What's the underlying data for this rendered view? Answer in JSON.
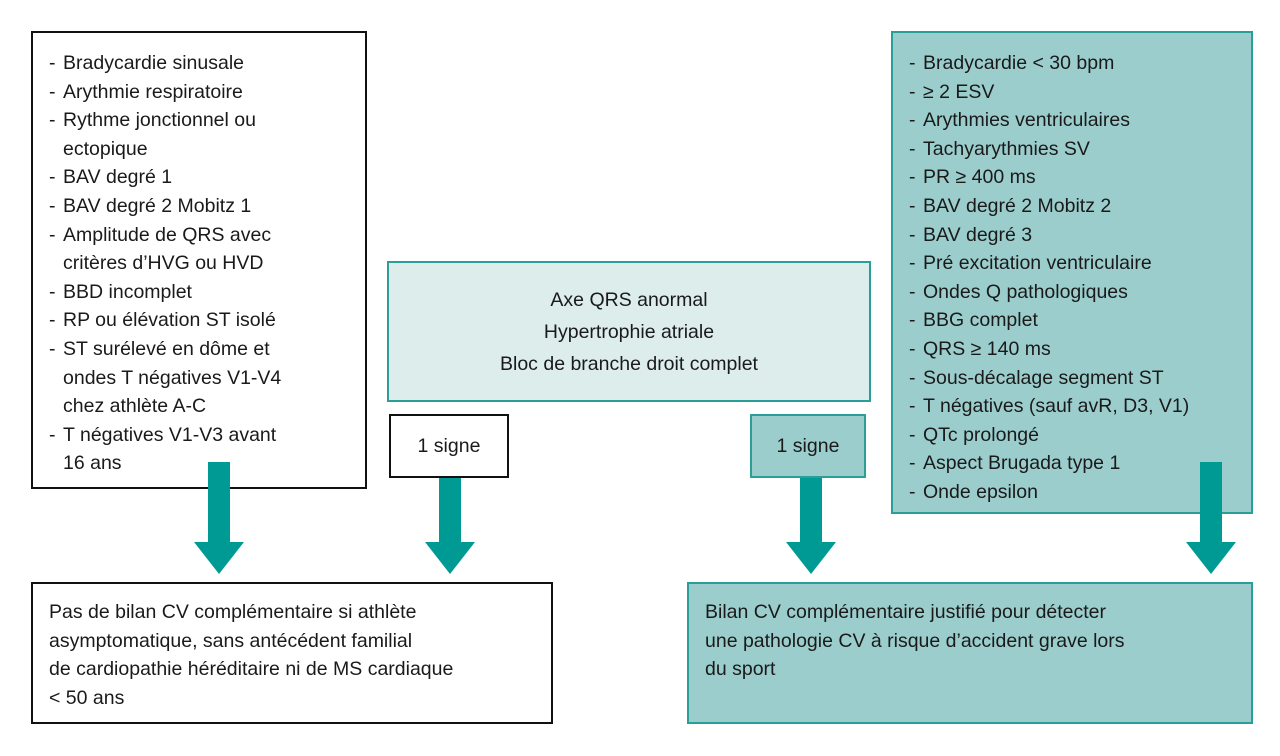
{
  "left_list": {
    "items": [
      "Bradycardie sinusale",
      "Arythmie respiratoire",
      "Rythme jonctionnel ou\nectopique",
      "BAV degré 1",
      "BAV degré 2 Mobitz 1",
      "Amplitude de QRS avec\ncritères d’HVG ou HVD",
      "BBD incomplet",
      "RP ou élévation ST isolé",
      "ST surélevé en dôme et\nondes T négatives V1-V4\nchez athlète A-C",
      "T négatives V1-V3 avant\n16 ans"
    ]
  },
  "center": {
    "lines": [
      "Axe QRS anormal",
      "Hypertrophie atriale",
      "Bloc de branche droit complet"
    ]
  },
  "sign_left": "1 signe",
  "sign_right": "1 signe",
  "right_list": {
    "items": [
      "Bradycardie < 30 bpm",
      "≥ 2 ESV",
      "Arythmies ventriculaires",
      "Tachyarythmies SV",
      "PR ≥ 400 ms",
      "BAV degré 2 Mobitz 2",
      "BAV degré 3",
      "Pré excitation ventriculaire",
      "Ondes Q pathologiques",
      "BBG complet",
      "QRS ≥ 140 ms",
      "Sous-décalage segment ST",
      "T négatives (sauf avR, D3, V1)",
      "QTc prolongé",
      "Aspect Brugada type 1",
      "Onde epsilon"
    ]
  },
  "outcome_left": {
    "lines": [
      "Pas de bilan CV complémentaire si athlète",
      "asymptomatique, sans antécédent familial",
      "de cardiopathie héréditaire ni de MS cardiaque",
      "< 50 ans"
    ]
  },
  "outcome_right": {
    "lines": [
      "Bilan CV complémentaire justifié pour détecter",
      "une pathologie CV à risque d’accident grave lors",
      "du sport"
    ]
  },
  "colors": {
    "arrow": "#009a94",
    "teal_fill": "#9ccdcd",
    "pale_fill": "#dcedec",
    "teal_border": "#2a9e98"
  }
}
